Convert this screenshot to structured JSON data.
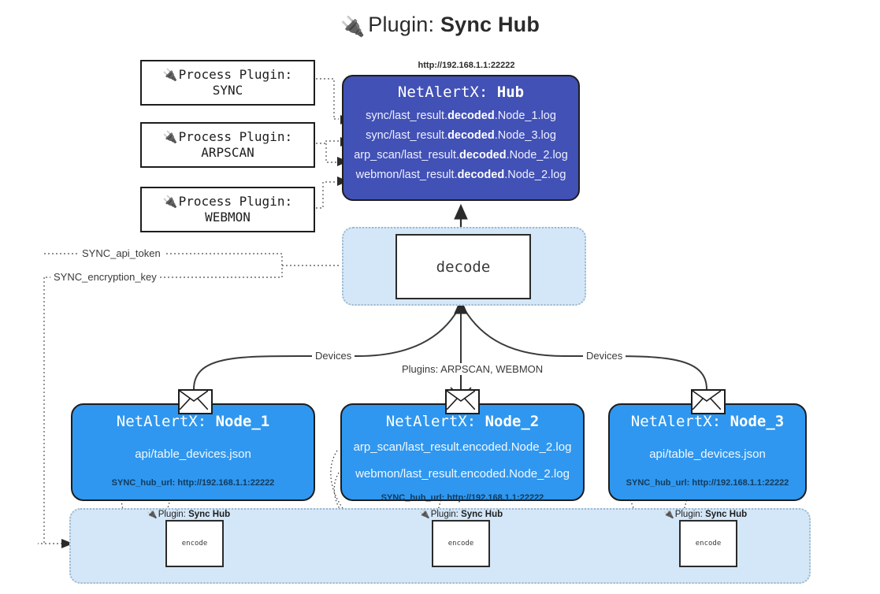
{
  "title": {
    "icon": "plug-icon",
    "prefix": "Plugin:",
    "name": "Sync Hub"
  },
  "process_plugins": [
    {
      "icon": "plug-icon",
      "label": "Process Plugin:",
      "name": "SYNC"
    },
    {
      "icon": "plug-icon",
      "label": "Process Plugin:",
      "name": "ARPSCAN"
    },
    {
      "icon": "plug-icon",
      "label": "Process Plugin:",
      "name": "WEBMON"
    }
  ],
  "hub": {
    "url": "http://192.168.1.1:22222",
    "app": "NetAlertX:",
    "name": "Hub",
    "logs": [
      {
        "pre": "sync/last_result.",
        "em": "decoded",
        "post": ".Node_1.log"
      },
      {
        "pre": "sync/last_result.",
        "em": "decoded",
        "post": ".Node_3.log"
      },
      {
        "pre": "arp_scan/last_result.",
        "em": "decoded",
        "post": ".Node_2.log"
      },
      {
        "pre": "webmon/last_result.",
        "em": "decoded",
        "post": ".Node_2.log"
      }
    ]
  },
  "decode": {
    "label": "decode"
  },
  "settings": [
    {
      "label": "SYNC_api_token"
    },
    {
      "label": "SYNC_encryption_key"
    }
  ],
  "edge_labels": {
    "devices_left": "Devices",
    "devices_right": "Devices",
    "plugins_center": "Plugins: ARPSCAN, WEBMON"
  },
  "nodes": [
    {
      "app": "NetAlertX:",
      "name": "Node_1",
      "lines": [
        "api/table_devices.json"
      ],
      "url_label": "SYNC_hub_url: http://192.168.1.1:22222",
      "icon": "envelope-icon"
    },
    {
      "app": "NetAlertX:",
      "name": "Node_2",
      "lines": [
        "arp_scan/last_result.encoded.Node_2.log",
        "webmon/last_result.encoded.Node_2.log"
      ],
      "url_label": "SYNC_hub_url: http://192.168.1.1:22222",
      "icon": "envelope-icon"
    },
    {
      "app": "NetAlertX:",
      "name": "Node_3",
      "lines": [
        "api/table_devices.json"
      ],
      "url_label": "SYNC_hub_url: http://192.168.1.1:22222",
      "icon": "envelope-icon"
    }
  ],
  "encoders": [
    {
      "icon": "plug-icon",
      "prefix": "Plugin:",
      "name": "Sync Hub",
      "box": "encode"
    },
    {
      "icon": "plug-icon",
      "prefix": "Plugin:",
      "name": "Sync Hub",
      "box": "encode"
    },
    {
      "icon": "plug-icon",
      "prefix": "Plugin:",
      "name": "Sync Hub",
      "box": "encode"
    }
  ],
  "colors": {
    "hub_fill": "#4251b5",
    "node_fill": "#2f97ef",
    "band_fill": "#d4e7f8",
    "band_border": "#9fb8cc",
    "stroke": "#1d1d1d"
  }
}
